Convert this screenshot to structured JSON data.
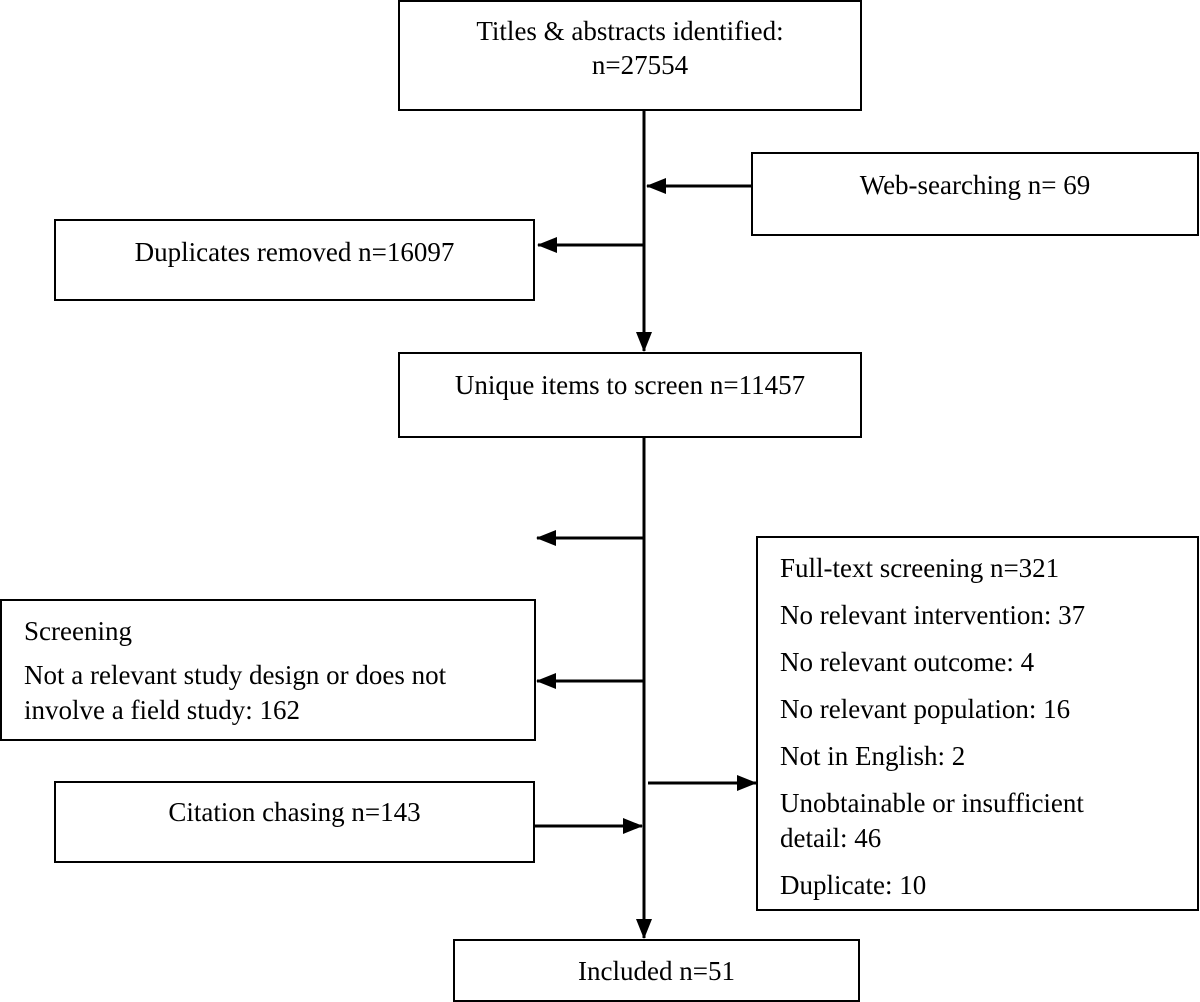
{
  "flow": {
    "identified": {
      "line1": "Titles & abstracts identified:",
      "line2": "n=27554"
    },
    "web_searching": "Web-searching n= 69",
    "duplicates_removed": "Duplicates removed n=16097",
    "unique_items": "Unique items to screen n=11457",
    "screening": {
      "heading": "Screening",
      "line1": "Not a relevant study design or does not",
      "line2": "involve a field study: 162"
    },
    "citation_chasing": "Citation chasing n=143",
    "full_text": {
      "heading": "Full-text screening n=321",
      "items": [
        "No relevant intervention: 37",
        "No relevant outcome: 4",
        "No relevant population: 16",
        "Not in English: 2",
        "Unobtainable or insufficient",
        "detail: 46",
        "Duplicate: 10"
      ]
    },
    "included": "Included n=51"
  }
}
